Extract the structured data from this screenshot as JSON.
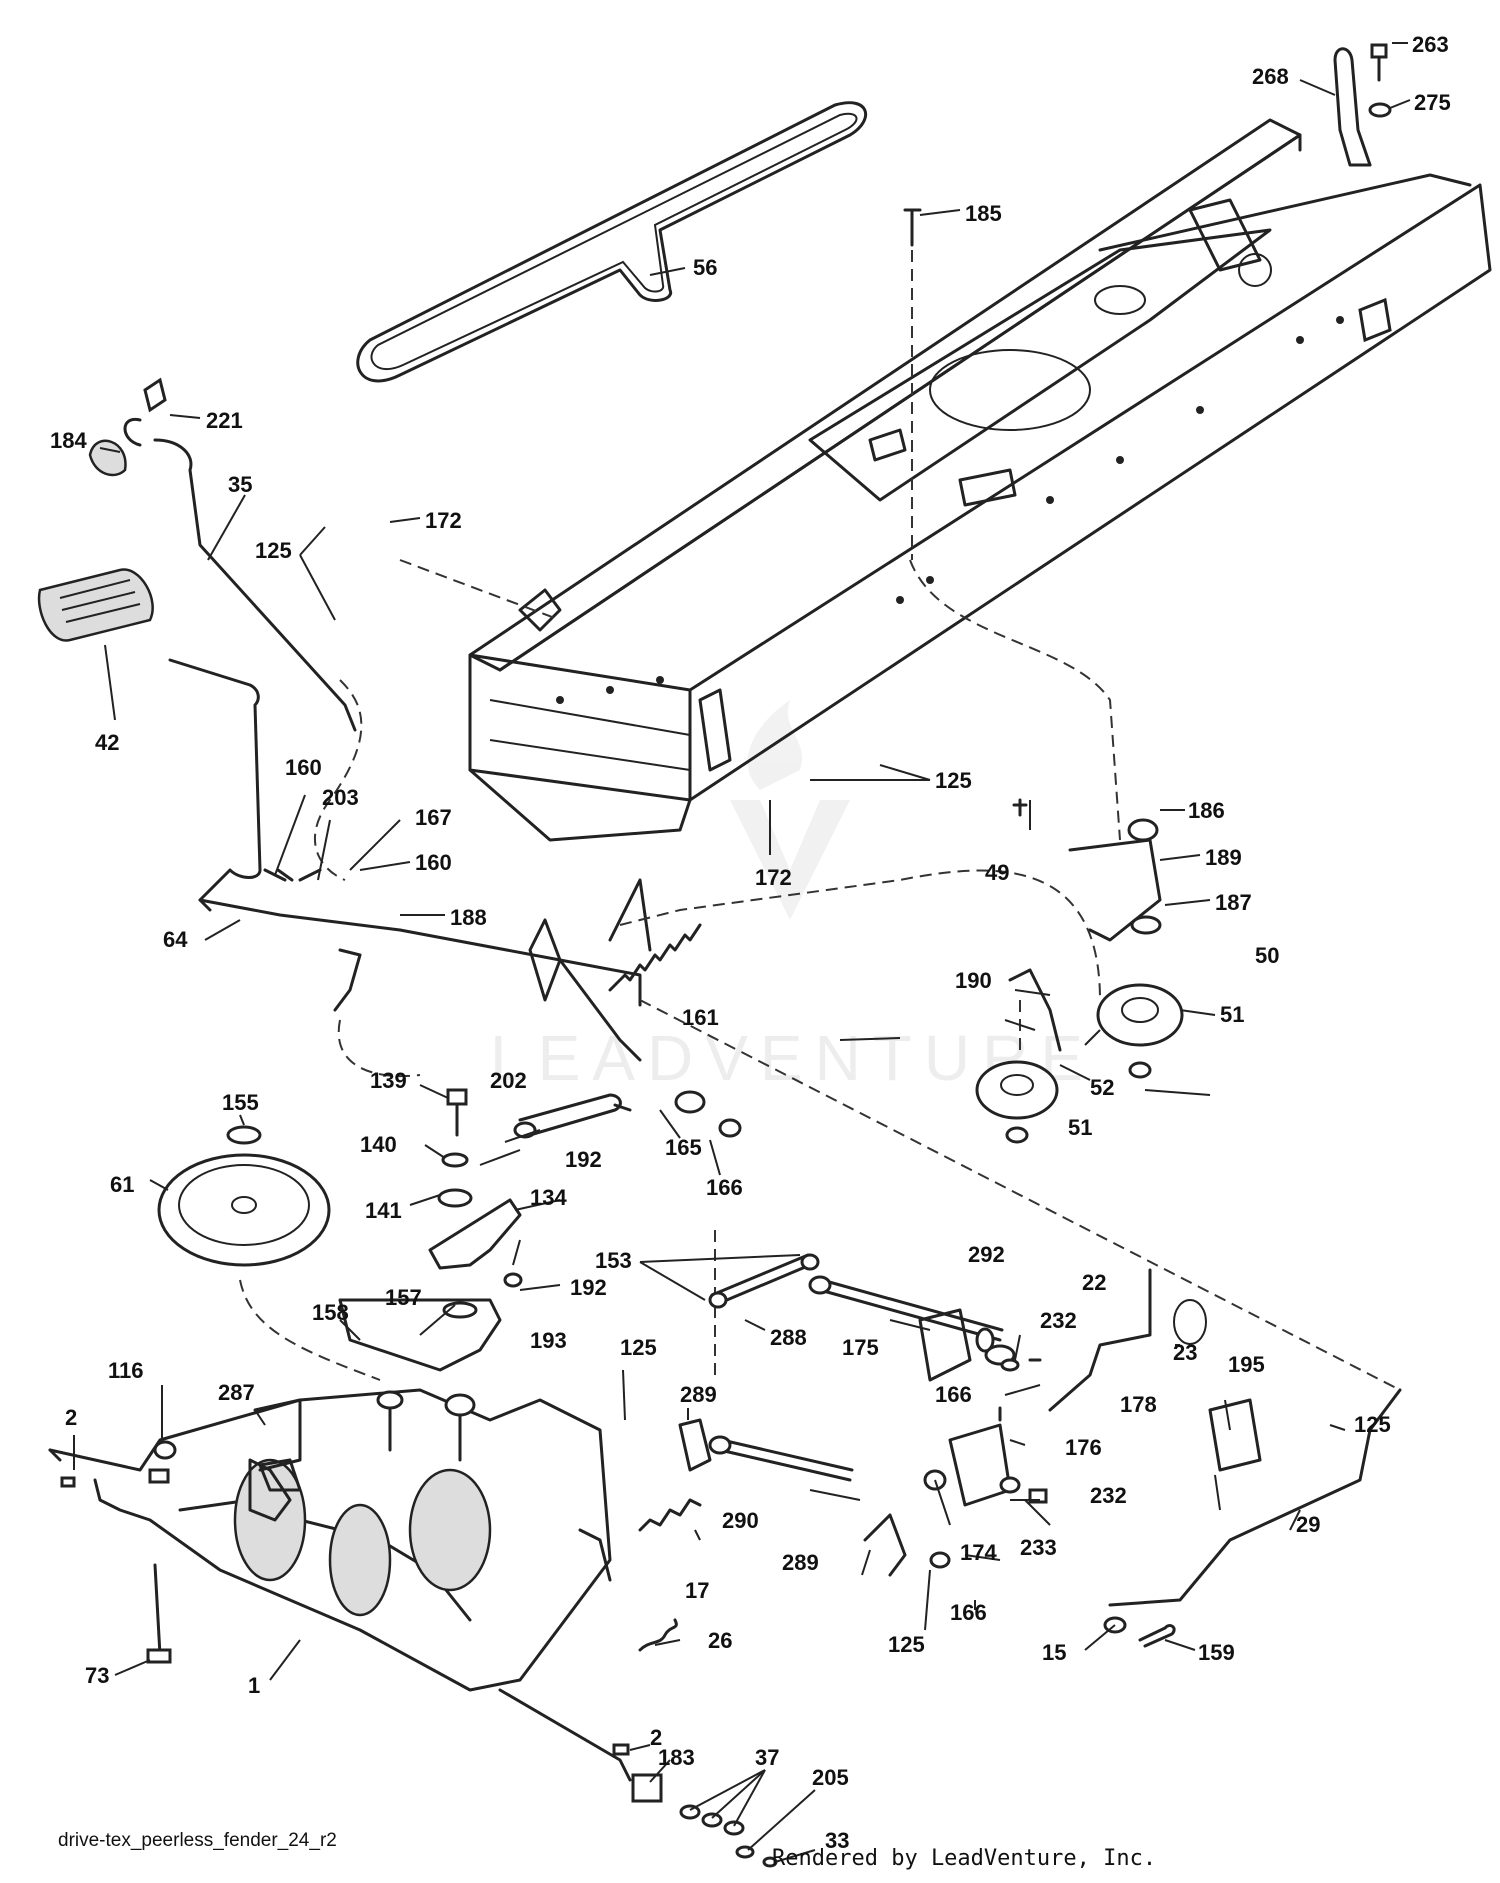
{
  "caption": {
    "diagram_code": "drive-tex_peerless_fender_24_r2",
    "credit": "Rendered by LeadVenture, Inc."
  },
  "watermark": "LEADVENTURE",
  "callouts": [
    {
      "id": "263",
      "label": "263"
    },
    {
      "id": "268",
      "label": "268"
    },
    {
      "id": "275",
      "label": "275"
    },
    {
      "id": "185",
      "label": "185"
    },
    {
      "id": "56",
      "label": "56"
    },
    {
      "id": "221",
      "label": "221"
    },
    {
      "id": "184",
      "label": "184"
    },
    {
      "id": "35",
      "label": "35"
    },
    {
      "id": "172a",
      "label": "172"
    },
    {
      "id": "125a",
      "label": "125"
    },
    {
      "id": "42",
      "label": "42"
    },
    {
      "id": "125b",
      "label": "125"
    },
    {
      "id": "186",
      "label": "186"
    },
    {
      "id": "160a",
      "label": "160"
    },
    {
      "id": "203",
      "label": "203"
    },
    {
      "id": "167",
      "label": "167"
    },
    {
      "id": "160b",
      "label": "160"
    },
    {
      "id": "172b",
      "label": "172"
    },
    {
      "id": "49",
      "label": "49"
    },
    {
      "id": "189",
      "label": "189"
    },
    {
      "id": "187",
      "label": "187"
    },
    {
      "id": "64",
      "label": "64"
    },
    {
      "id": "188",
      "label": "188"
    },
    {
      "id": "50",
      "label": "50"
    },
    {
      "id": "190",
      "label": "190"
    },
    {
      "id": "161",
      "label": "161"
    },
    {
      "id": "51a",
      "label": "51"
    },
    {
      "id": "139",
      "label": "139"
    },
    {
      "id": "202",
      "label": "202"
    },
    {
      "id": "52",
      "label": "52"
    },
    {
      "id": "155",
      "label": "155"
    },
    {
      "id": "140",
      "label": "140"
    },
    {
      "id": "192a",
      "label": "192"
    },
    {
      "id": "165",
      "label": "165"
    },
    {
      "id": "51b",
      "label": "51"
    },
    {
      "id": "61",
      "label": "61"
    },
    {
      "id": "166a",
      "label": "166"
    },
    {
      "id": "134",
      "label": "134"
    },
    {
      "id": "141",
      "label": "141"
    },
    {
      "id": "153",
      "label": "153"
    },
    {
      "id": "292",
      "label": "292"
    },
    {
      "id": "22",
      "label": "22"
    },
    {
      "id": "192b",
      "label": "192"
    },
    {
      "id": "157",
      "label": "157"
    },
    {
      "id": "158",
      "label": "158"
    },
    {
      "id": "232a",
      "label": "232"
    },
    {
      "id": "288",
      "label": "288"
    },
    {
      "id": "175",
      "label": "175"
    },
    {
      "id": "23",
      "label": "23"
    },
    {
      "id": "193",
      "label": "193"
    },
    {
      "id": "125c",
      "label": "125"
    },
    {
      "id": "116",
      "label": "116"
    },
    {
      "id": "289a",
      "label": "289"
    },
    {
      "id": "166b",
      "label": "166"
    },
    {
      "id": "178",
      "label": "178"
    },
    {
      "id": "195",
      "label": "195"
    },
    {
      "id": "2a",
      "label": "2"
    },
    {
      "id": "287",
      "label": "287"
    },
    {
      "id": "125d",
      "label": "125"
    },
    {
      "id": "176",
      "label": "176"
    },
    {
      "id": "290",
      "label": "290"
    },
    {
      "id": "232b",
      "label": "232"
    },
    {
      "id": "29",
      "label": "29"
    },
    {
      "id": "289b",
      "label": "289"
    },
    {
      "id": "233",
      "label": "233"
    },
    {
      "id": "174",
      "label": "174"
    },
    {
      "id": "17",
      "label": "17"
    },
    {
      "id": "166c",
      "label": "166"
    },
    {
      "id": "125e",
      "label": "125"
    },
    {
      "id": "26",
      "label": "26"
    },
    {
      "id": "15",
      "label": "15"
    },
    {
      "id": "159",
      "label": "159"
    },
    {
      "id": "73",
      "label": "73"
    },
    {
      "id": "1",
      "label": "1"
    },
    {
      "id": "2b",
      "label": "2"
    },
    {
      "id": "183",
      "label": "183"
    },
    {
      "id": "37",
      "label": "37"
    },
    {
      "id": "205",
      "label": "205"
    },
    {
      "id": "33",
      "label": "33"
    }
  ]
}
